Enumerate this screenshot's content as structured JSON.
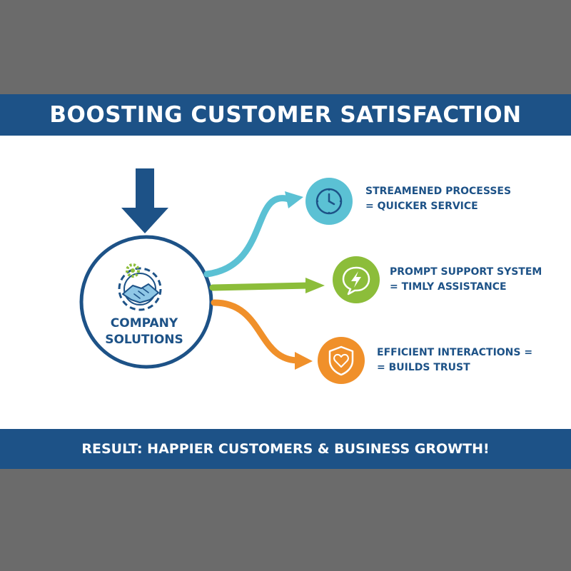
{
  "title": "BOOSTING CUSTOMER SATISFACTION",
  "hub": {
    "line1": "COMPANY",
    "line2": "SOLUTIONS",
    "icon": "handshake-gear-icon"
  },
  "items": [
    {
      "line1": "STREAMENED PROCESSES",
      "line2": "= QUICKER SERVICE",
      "icon": "clock-icon",
      "color": "#5bc1d4"
    },
    {
      "line1": "PROMPT SUPPORT SYSTEM",
      "line2": "= TIMLY ASSISTANCE",
      "icon": "chat-lightning-icon",
      "color": "#8cbd3a"
    },
    {
      "line1": "EFFICIENT INTERACTIONS =",
      "line2": "= BUILDS TRUST",
      "icon": "shield-heart-icon",
      "color": "#f0902a"
    }
  ],
  "result": "RESULT: HAPPIER CUSTOMERS & BUSINESS GROWTH!",
  "colors": {
    "primary": "#1d5287",
    "background": "#ffffff",
    "frame": "#6b6b6b"
  }
}
